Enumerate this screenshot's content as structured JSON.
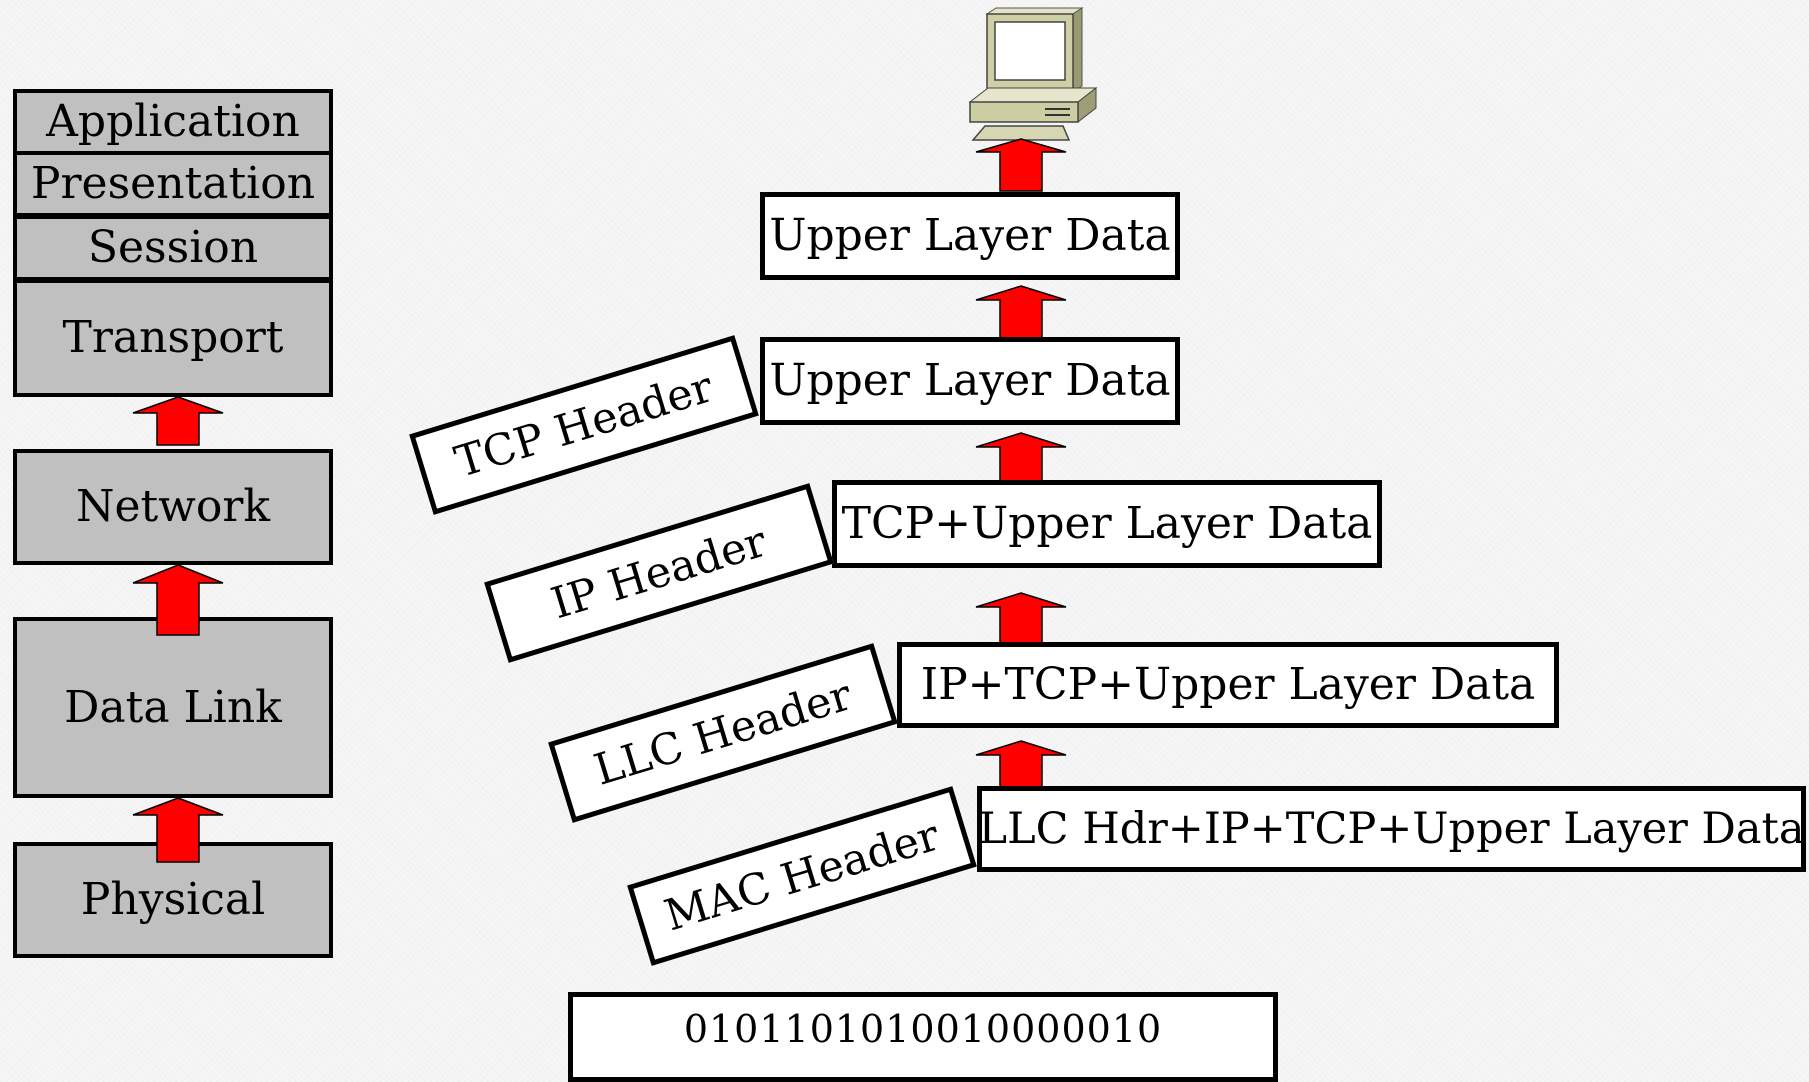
{
  "osi_stack": {
    "application": "Application",
    "presentation": "Presentation",
    "session": "Session",
    "transport": "Transport",
    "network": "Network",
    "data_link": "Data Link",
    "physical": "Physical"
  },
  "encapsulation": {
    "app_data": "Upper Layer Data",
    "transport_data": "Upper Layer Data",
    "tcp_header": "TCP Header",
    "network_data": "TCP+Upper Layer Data",
    "ip_header": "IP Header",
    "llc_data": "IP+TCP+Upper Layer Data",
    "llc_header": "LLC Header",
    "mac_data": "LLC Hdr+IP+TCP+Upper Layer Data",
    "mac_header": "MAC Header",
    "bits": "0101101010010000010"
  },
  "icons": {
    "computer": "computer-icon",
    "arrow": "up-arrow-icon"
  },
  "colors": {
    "layer_fill": "#c0c0c0",
    "arrow_fill": "#ff0000",
    "box_fill": "#ffffff",
    "border": "#000000"
  }
}
